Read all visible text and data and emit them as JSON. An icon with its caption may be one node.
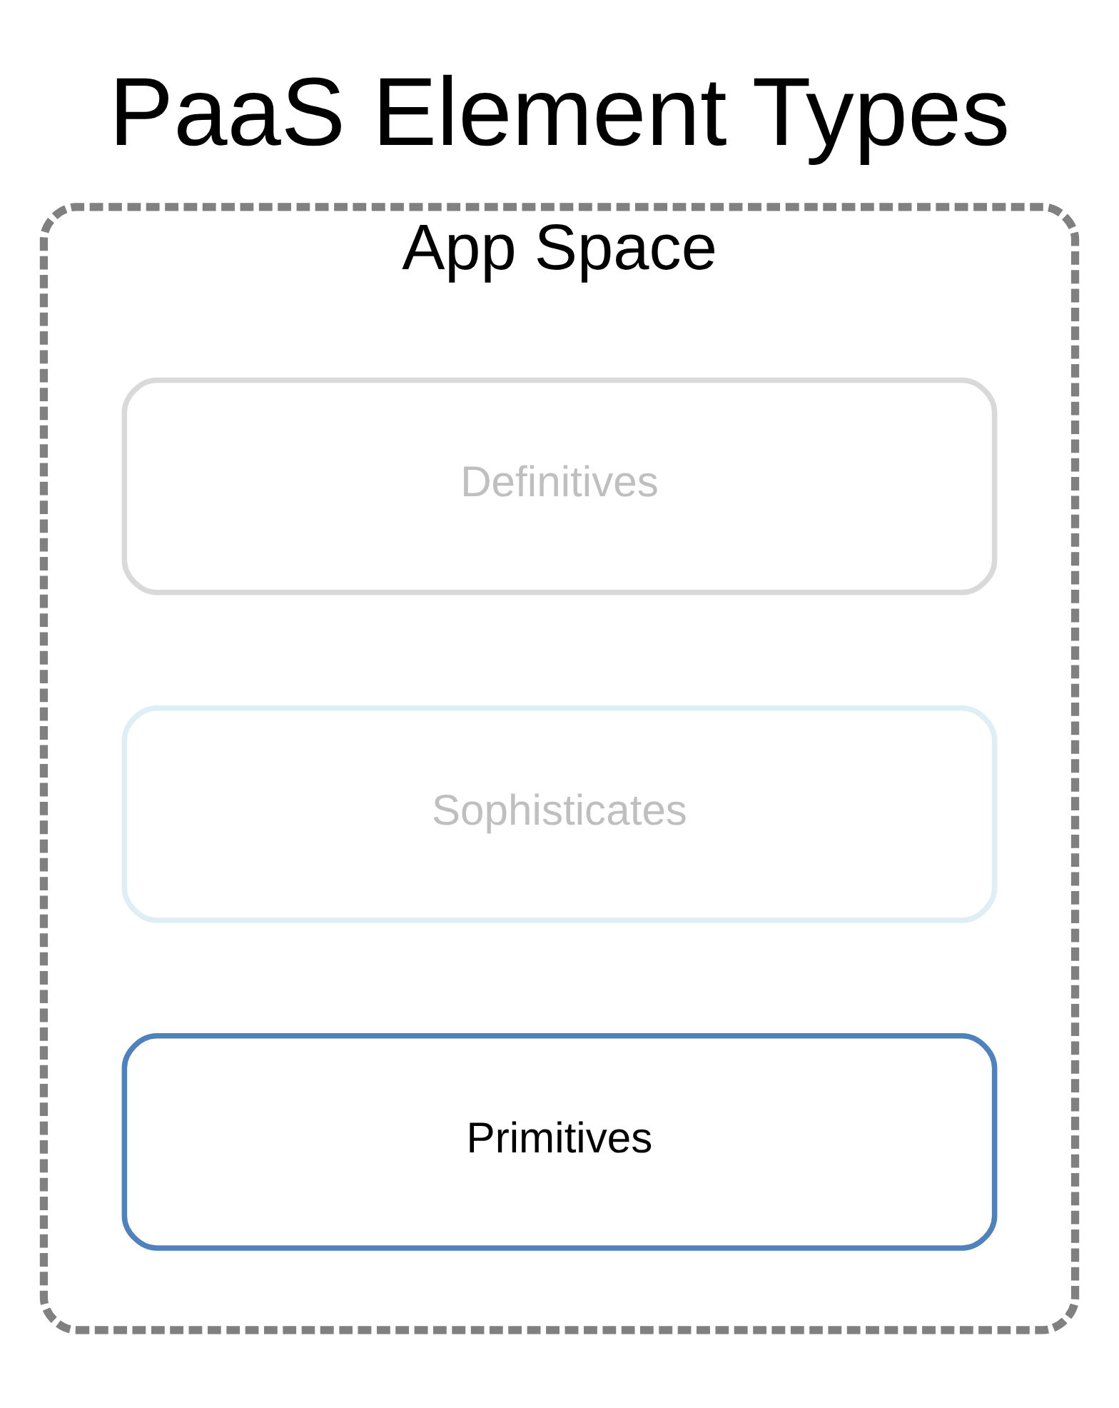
{
  "diagram": {
    "title": "PaaS Element Types",
    "nodes": [
      {
        "text": [
          "App Space"
        ]
      },
      {
        "text": [
          "Definitives"
        ],
        "in": 0
      },
      {
        "text": [
          "Sophisticates"
        ],
        "in": 0
      },
      {
        "text": [
          "Primitives"
        ],
        "in": 0
      }
    ]
  }
}
